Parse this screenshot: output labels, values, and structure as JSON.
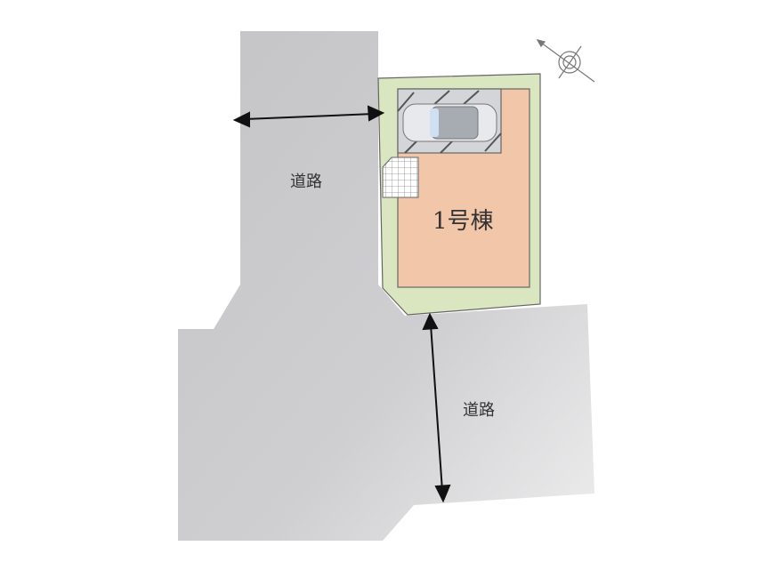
{
  "labels": {
    "road_north": "道路",
    "road_south": "道路",
    "building": "1号棟"
  },
  "colors": {
    "road": "#c8c8ca",
    "lot": "#d9e6c0",
    "building": "#f2c6a8",
    "carport": "#d4d5d8",
    "outline": "#666666"
  },
  "icons": {
    "compass": "compass-icon"
  }
}
